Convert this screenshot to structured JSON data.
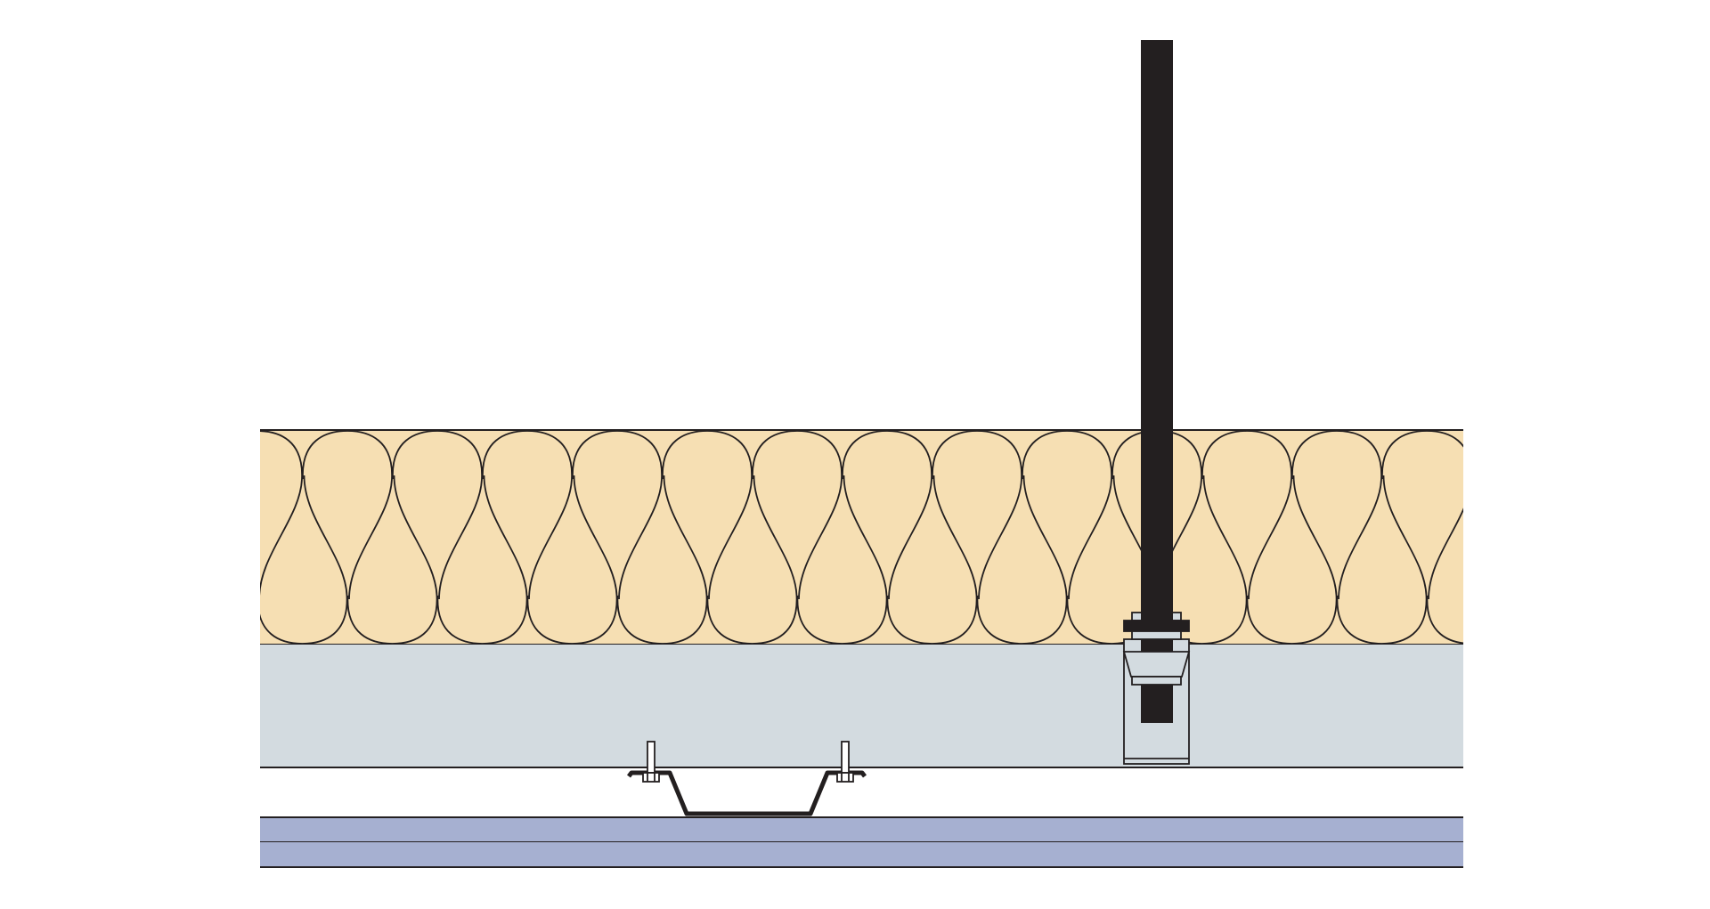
{
  "diagram": {
    "kind": "ceiling-section-detail",
    "labels": [],
    "components": [
      {
        "name": "mineral-wool-insulation-layer",
        "fill": "#f6dfb3",
        "stroke": "#231f20",
        "pattern": "insulation-loops"
      },
      {
        "name": "concrete-slab-layer",
        "fill": "#d3dbe0",
        "stroke": "#231f20"
      },
      {
        "name": "threaded-hanger-rod",
        "fill": "#231f20"
      },
      {
        "name": "anchor-fixing",
        "fill": "#d3dbe0",
        "stroke": "#231f20"
      },
      {
        "name": "furring-channel",
        "stroke": "#231f20"
      },
      {
        "name": "plasterboard-layer-upper",
        "fill": "#a6b0d1",
        "stroke": "#231f20"
      },
      {
        "name": "plasterboard-layer-lower",
        "fill": "#a6b0d1",
        "stroke": "#231f20"
      }
    ]
  }
}
